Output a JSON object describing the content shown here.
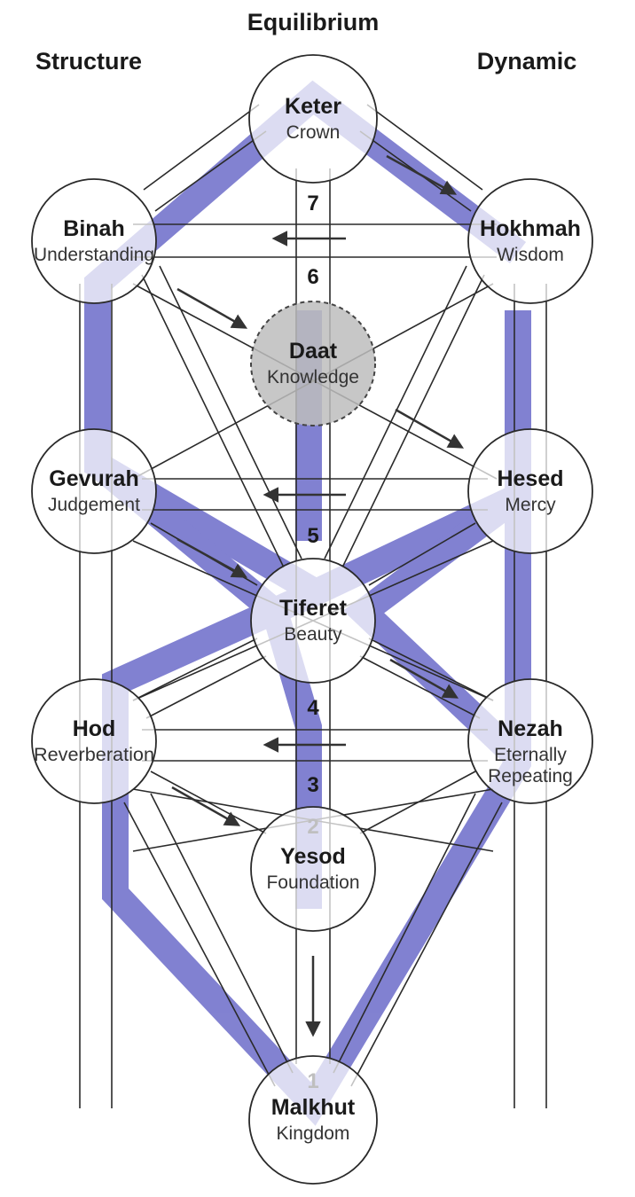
{
  "columns": {
    "equilibrium": "Equilibrium",
    "structure": "Structure",
    "dynamic": "Dynamic"
  },
  "nodes": {
    "keter": {
      "name": "Keter",
      "sub": "Crown"
    },
    "binah": {
      "name": "Binah",
      "sub": "Understanding"
    },
    "hokhmah": {
      "name": "Hokhmah",
      "sub": "Wisdom"
    },
    "daat": {
      "name": "Daat",
      "sub": "Knowledge"
    },
    "gevurah": {
      "name": "Gevurah",
      "sub": "Judgement"
    },
    "hesed": {
      "name": "Hesed",
      "sub": "Mercy"
    },
    "tiferet": {
      "name": "Tiferet",
      "sub": "Beauty"
    },
    "hod": {
      "name": "Hod",
      "sub": "Reverberation"
    },
    "nezah": {
      "name": "Nezah",
      "sub": "Eternally",
      "sub2": "Repeating"
    },
    "yesod": {
      "name": "Yesod",
      "sub": "Foundation"
    },
    "malkhut": {
      "name": "Malkhut",
      "sub": "Kingdom"
    }
  },
  "path_numbers": {
    "p1": "1",
    "p2": "2",
    "p3": "3",
    "p4": "4",
    "p5": "5",
    "p6": "6",
    "p7": "7"
  },
  "colors": {
    "path_band": "#7b7bcf",
    "line": "#2a2a2a",
    "daat_fill": "#bdbdbd",
    "arrow": "#333333"
  }
}
